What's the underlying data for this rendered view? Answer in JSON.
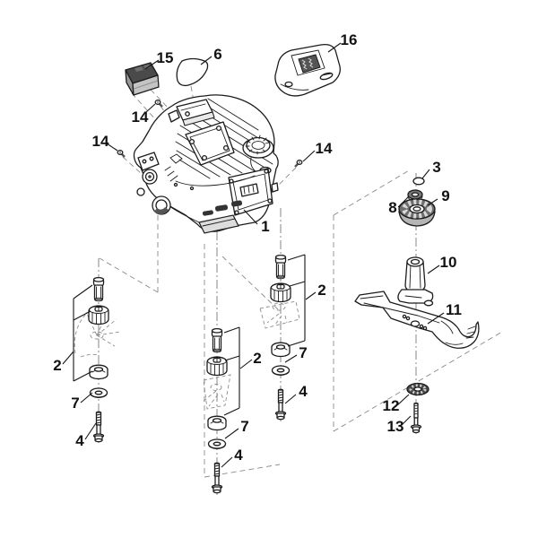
{
  "diagram_colors": {
    "background": "#ffffff",
    "line": "#1c1c1c",
    "label_text": "#111111",
    "dark_fill": "#4a4a4a",
    "mid_gray": "#9a9a9a",
    "construction_line": "#8a8a8a"
  },
  "callouts": [
    {
      "label": "15",
      "name": "battery"
    },
    {
      "label": "6",
      "name": "cover-flap"
    },
    {
      "label": "16",
      "name": "charger"
    },
    {
      "label": "14",
      "name": "screw-top"
    },
    {
      "label": "14",
      "name": "screw-left"
    },
    {
      "label": "14",
      "name": "screw-right"
    },
    {
      "label": "1",
      "name": "engine"
    },
    {
      "label": "2",
      "name": "mount-kit-left"
    },
    {
      "label": "7",
      "name": "washer-left"
    },
    {
      "label": "4",
      "name": "bolt-left"
    },
    {
      "label": "2",
      "name": "mount-kit-center"
    },
    {
      "label": "7",
      "name": "washer-center"
    },
    {
      "label": "4",
      "name": "bolt-center"
    },
    {
      "label": "2",
      "name": "mount-kit-right"
    },
    {
      "label": "7",
      "name": "washer-right"
    },
    {
      "label": "4",
      "name": "bolt-right"
    },
    {
      "label": "3",
      "name": "snap-ring"
    },
    {
      "label": "8",
      "name": "bushing"
    },
    {
      "label": "9",
      "name": "cup-washer"
    },
    {
      "label": "10",
      "name": "blade-adapter"
    },
    {
      "label": "11",
      "name": "blade"
    },
    {
      "label": "12",
      "name": "curved-washer"
    },
    {
      "label": "13",
      "name": "blade-bolt"
    }
  ]
}
